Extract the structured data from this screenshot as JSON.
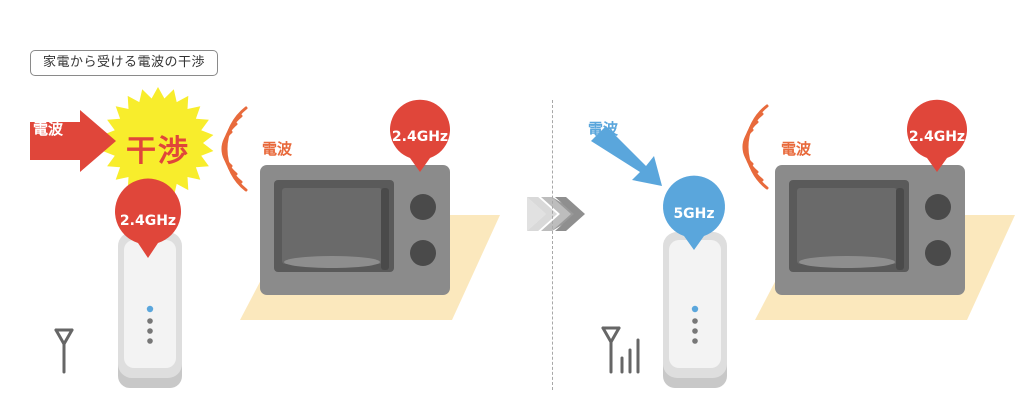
{
  "title": "家電から受ける電波の干渉",
  "left_panel": {
    "wave_label": "電波",
    "interference_label": "干渉",
    "microwave_wave_label": "電波",
    "router_band": "2.4GHz",
    "microwave_band": "2.4GHz",
    "antenna_icon": "antenna-icon"
  },
  "right_panel": {
    "wave_label": "電波",
    "microwave_wave_label": "電波",
    "router_band": "5GHz",
    "microwave_band": "2.4GHz",
    "antenna_icon": "antenna-signal-icon"
  },
  "colors": {
    "red": "#e0463a",
    "orange": "#e86a3c",
    "blue": "#5aa6dc",
    "yellow": "#f8ed2c",
    "table": "#fbe8bd",
    "microwave": "#8a8a8a",
    "router": "#e9e9e9"
  }
}
